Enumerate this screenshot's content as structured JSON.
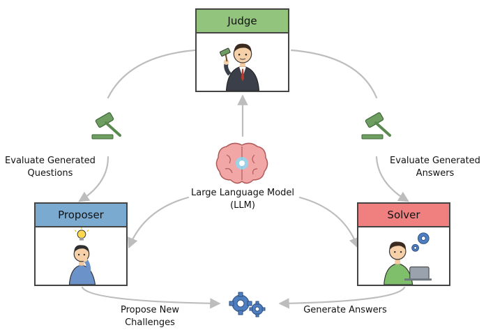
{
  "nodes": {
    "judge": {
      "title": "Judge",
      "color": "#93c47d"
    },
    "proposer": {
      "title": "Proposer",
      "color": "#7aaad0"
    },
    "solver": {
      "title": "Solver",
      "color": "#f08080"
    }
  },
  "center": {
    "line1": "Large Language Model",
    "line2": "(LLM)"
  },
  "edges": {
    "evaluate_questions": {
      "line1": "Evaluate Generated",
      "line2": "Questions"
    },
    "evaluate_answers": {
      "line1": "Evaluate Generated",
      "line2": "Answers"
    },
    "propose": {
      "line1": "Propose New",
      "line2": "Challenges"
    },
    "generate": {
      "line1": "Generate Answers"
    }
  },
  "icons": {
    "gavel": "gavel-icon",
    "brain": "brain-icon",
    "gears": "gears-icon",
    "lightbulb": "lightbulb-icon"
  },
  "colors": {
    "arrow": "#bdbdbd",
    "gavel": "#6f9e63",
    "gear": "#4f7fc0",
    "brain": "#f2a7a7"
  }
}
